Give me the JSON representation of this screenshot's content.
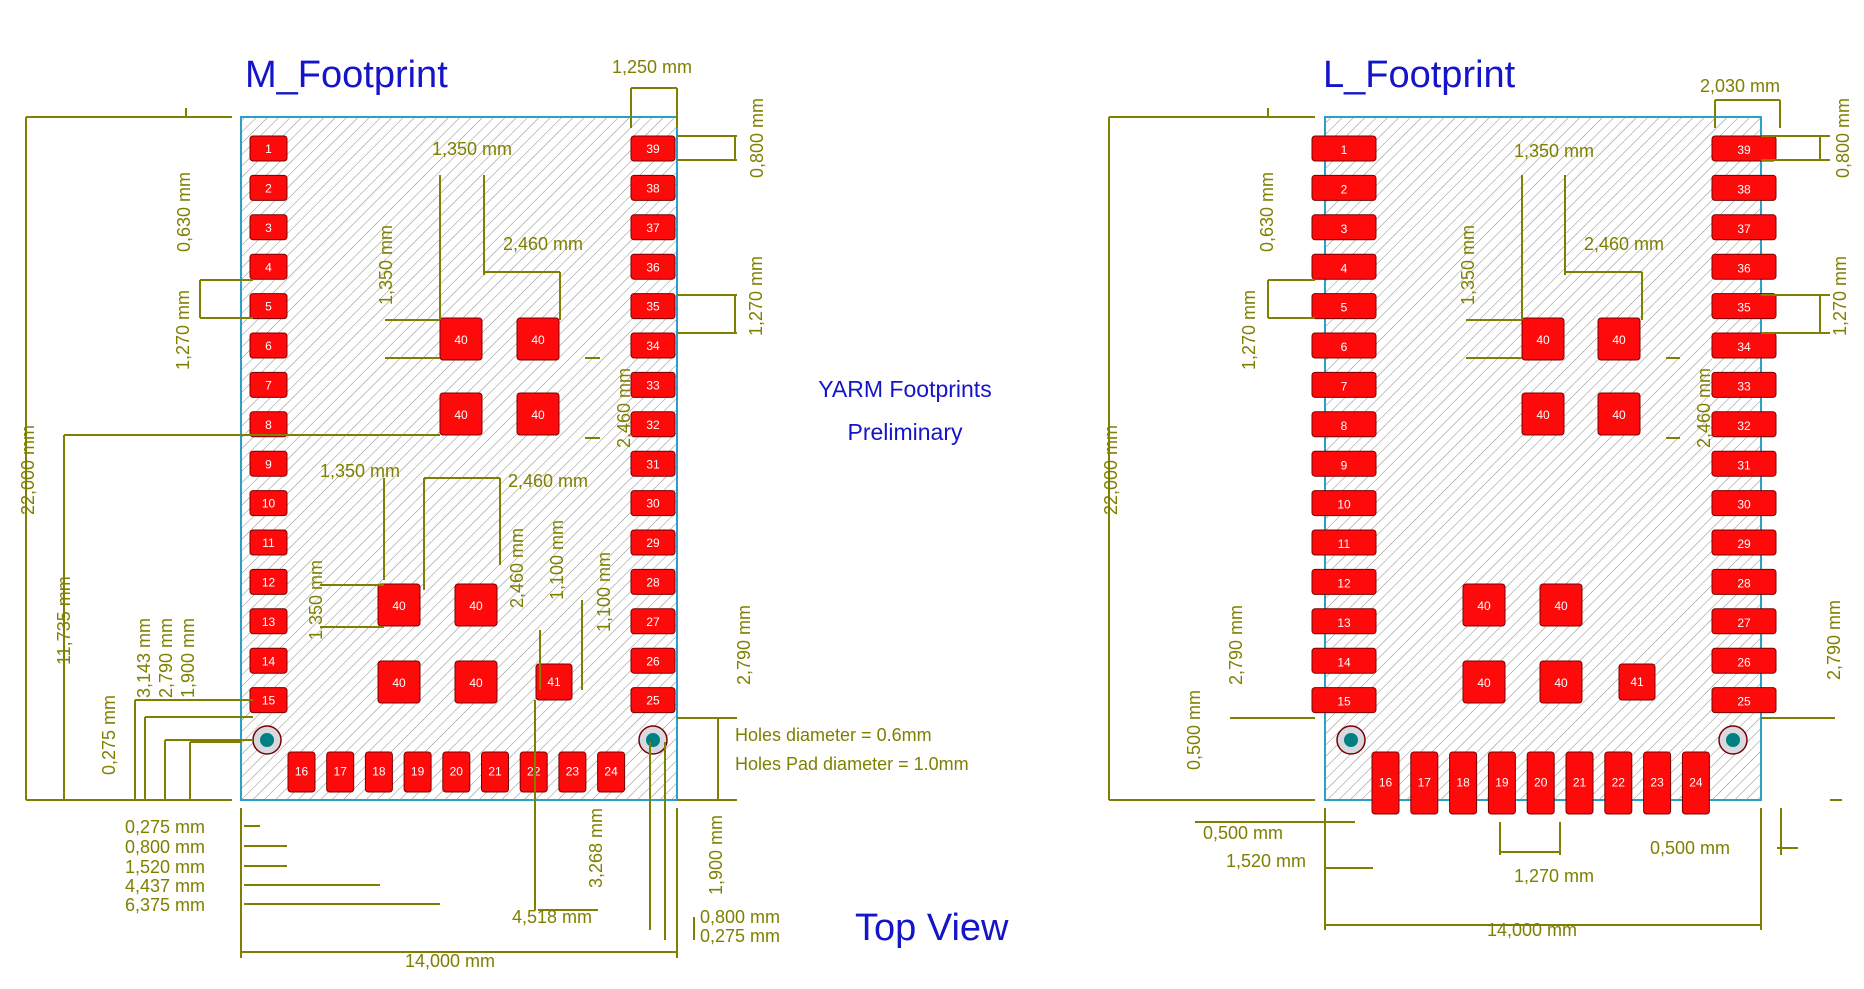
{
  "colors": {
    "pad": "#ff0a0a",
    "outline": "#2aa0c8",
    "dimension": "#7f7f00",
    "title": "#1414c8",
    "hole": "#008080"
  },
  "footprints": {
    "m": {
      "title": "M_Footprint",
      "width_dims": {
        "overall": "14,000 mm",
        "pin39_width": "1,250 mm"
      },
      "dims": [
        "0,800 mm",
        "0,630 mm",
        "1,350 mm",
        "1,350 mm",
        "2,460 mm",
        "1,270 mm",
        "1,270 mm",
        "22,000 mm",
        "2,460 mm",
        "1,350 mm",
        "2,460 mm",
        "2,460 mm",
        "1,100 mm",
        "1,100 mm",
        "1,350 mm",
        "11,735 mm",
        "3,143 mm",
        "2,790 mm",
        "1,900 mm",
        "0,275 mm",
        "2,790 mm",
        "0,275 mm",
        "0,800 mm",
        "1,520 mm",
        "4,437 mm",
        "6,375 mm",
        "3,268 mm",
        "4,518 mm",
        "1,900 mm",
        "0,800 mm",
        "0,275 mm"
      ],
      "notes": {
        "holes": "Holes diameter = 0.6mm",
        "holes_pad": "Holes Pad diameter = 1.0mm"
      }
    },
    "l": {
      "title": "L_Footprint",
      "width_dims": {
        "overall": "14,000 mm",
        "pin39_width": "2,030 mm"
      },
      "dims": [
        "0,800 mm",
        "0,630 mm",
        "1,350 mm",
        "1,350 mm",
        "2,460 mm",
        "1,270 mm",
        "1,270 mm",
        "22,000 mm",
        "2,460 mm",
        "2,790 mm",
        "2,790 mm",
        "0,500 mm",
        "0,500 mm",
        "1,520 mm",
        "1,270 mm",
        "0,500 mm"
      ]
    }
  },
  "center_labels": {
    "line1": "YARM Footprints",
    "line2": "Preliminary"
  },
  "view_label": "Top View",
  "pads": {
    "left": [
      "1",
      "2",
      "3",
      "4",
      "5",
      "6",
      "7",
      "8",
      "9",
      "10",
      "11",
      "12",
      "13",
      "14",
      "15"
    ],
    "bottom": [
      "16",
      "17",
      "18",
      "19",
      "20",
      "21",
      "22",
      "23",
      "24"
    ],
    "right": [
      "39",
      "38",
      "37",
      "36",
      "35",
      "34",
      "33",
      "32",
      "31",
      "30",
      "29",
      "28",
      "27",
      "26",
      "25"
    ],
    "center_large": "40",
    "center_small": "41"
  }
}
